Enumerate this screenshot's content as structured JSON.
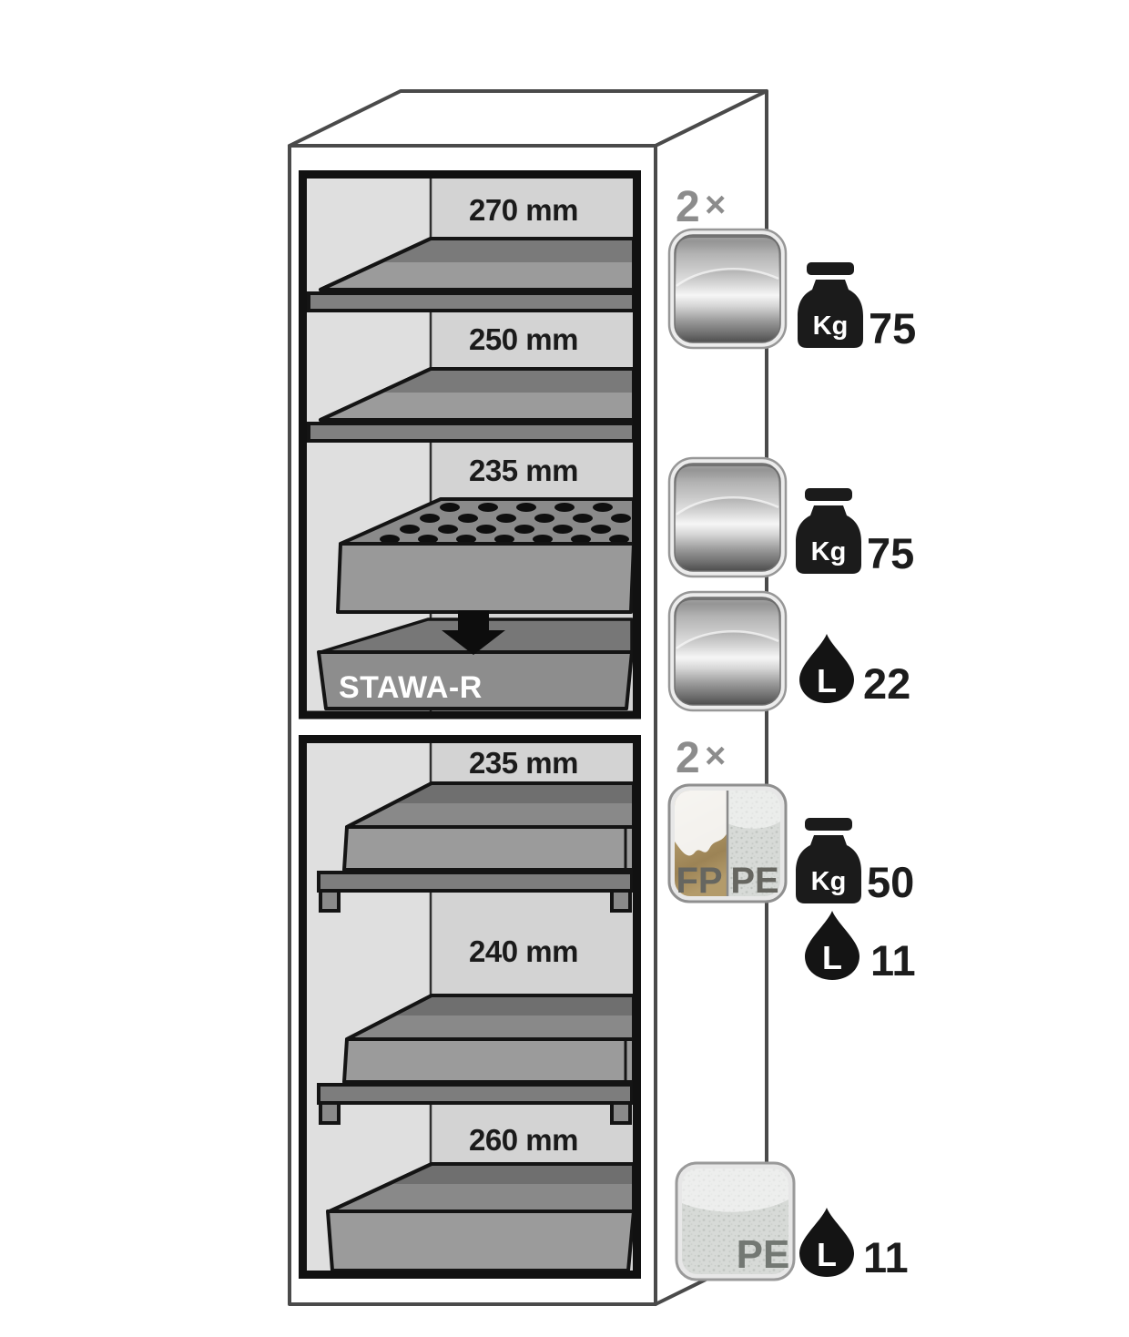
{
  "cabinet": {
    "upper_compartment": {
      "shelf_1_height": "270 mm",
      "shelf_2_height": "250 mm",
      "shelf_3_height": "235 mm",
      "sump_label": "STAWA-R"
    },
    "lower_compartment": {
      "tray_1_height": "235 mm",
      "tray_2_height": "240 mm",
      "floor_sump_height": "260 mm"
    }
  },
  "annotations": {
    "steel_shelves": {
      "quantity": "2",
      "times_symbol": "×",
      "weight_unit": "Kg",
      "weight_value": "75"
    },
    "steel_insert": {
      "weight_unit": "Kg",
      "weight_value": "75"
    },
    "steel_sump": {
      "volume_unit": "L",
      "volume_value": "22"
    },
    "fp_pe_trays": {
      "quantity": "2",
      "times_symbol": "×",
      "material_left": "FP",
      "material_right": "PE",
      "weight_unit": "Kg",
      "weight_value": "50",
      "volume_unit": "L",
      "volume_value": "11"
    },
    "pe_floor_sump": {
      "material": "PE",
      "volume_unit": "L",
      "volume_value": "11"
    }
  },
  "colors": {
    "outline_gray": "#4a4a4a",
    "frame_black": "#111111",
    "interior_gray": "#d3d3d3",
    "shelf_gray": "#9b9b9b",
    "steel_highlight": "#f4f4f4",
    "fp_bronze": "#ab9468",
    "pe_speckle": "#d7dad7",
    "quantity_gray": "#8c8c8c",
    "ink_black": "#141414"
  }
}
